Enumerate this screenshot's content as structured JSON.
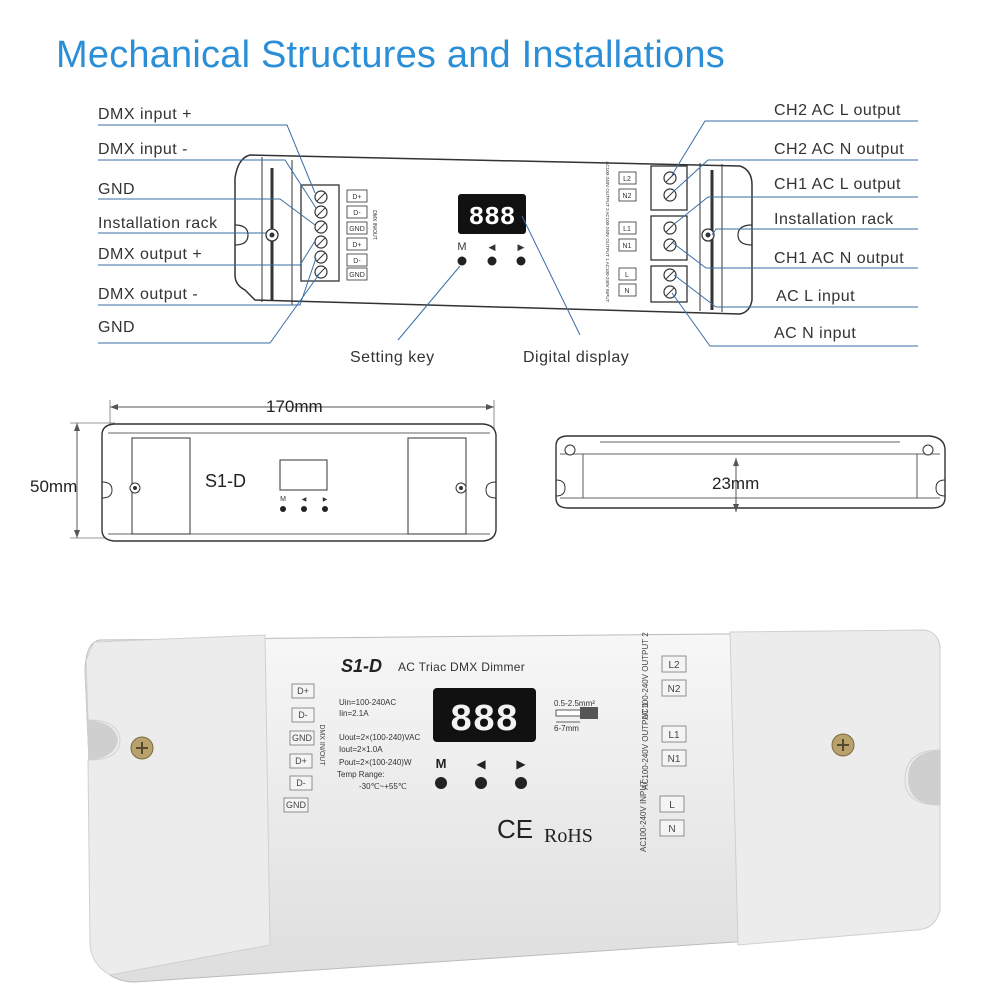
{
  "title": "Mechanical Structures and Installations",
  "left_labels": [
    "DMX input +",
    "DMX input -",
    "GND",
    "Installation rack",
    "DMX output +",
    "DMX output -",
    "GND"
  ],
  "right_labels": [
    "CH2 AC L output",
    "CH2 AC N output",
    "CH1 AC L output",
    "Installation rack",
    "CH1 AC N output",
    "AC L input",
    "AC N input"
  ],
  "bottom_labels": {
    "setting_key": "Setting key",
    "digital_display": "Digital display"
  },
  "terminal_dmx": [
    "D+",
    "D-",
    "GND",
    "D+",
    "D-",
    "GND"
  ],
  "dmx_side_text": "DMX IN/OUT",
  "terminal_out2": [
    "L2",
    "N2"
  ],
  "terminal_out1": [
    "L1",
    "N1"
  ],
  "terminal_in": [
    "L",
    "N"
  ],
  "side_out2": "AC100-240V OUTPUT 2",
  "side_out1": "AC100-240V OUTPUT 1",
  "side_in": "AC100-240V INPUT",
  "display_digits": "888",
  "keys": {
    "m": "M",
    "left": "◀",
    "right": "▶"
  },
  "dimensions": {
    "width": "170mm",
    "height": "50mm",
    "depth": "23mm"
  },
  "model": "S1-D",
  "product_name": "AC Triac DMX Dimmer",
  "specs": {
    "uin": "Uin=100-240AC",
    "iin": "Iin=2.1A",
    "uout": "Uout=2×(100-240)VAC",
    "iout": "Iout=2×1.0A",
    "pout": "Pout=2×(100-240)W",
    "temp_label": "Temp Range:",
    "temp_value": "-30℃~+55℃"
  },
  "wire": {
    "gauge": "0.5-2.5mm²",
    "strip": "6-7mm"
  },
  "marks": {
    "ce": "CE",
    "rohs": "RoHS"
  },
  "colors": {
    "title": "#2b8fd8",
    "line": "#3a6ea5"
  }
}
